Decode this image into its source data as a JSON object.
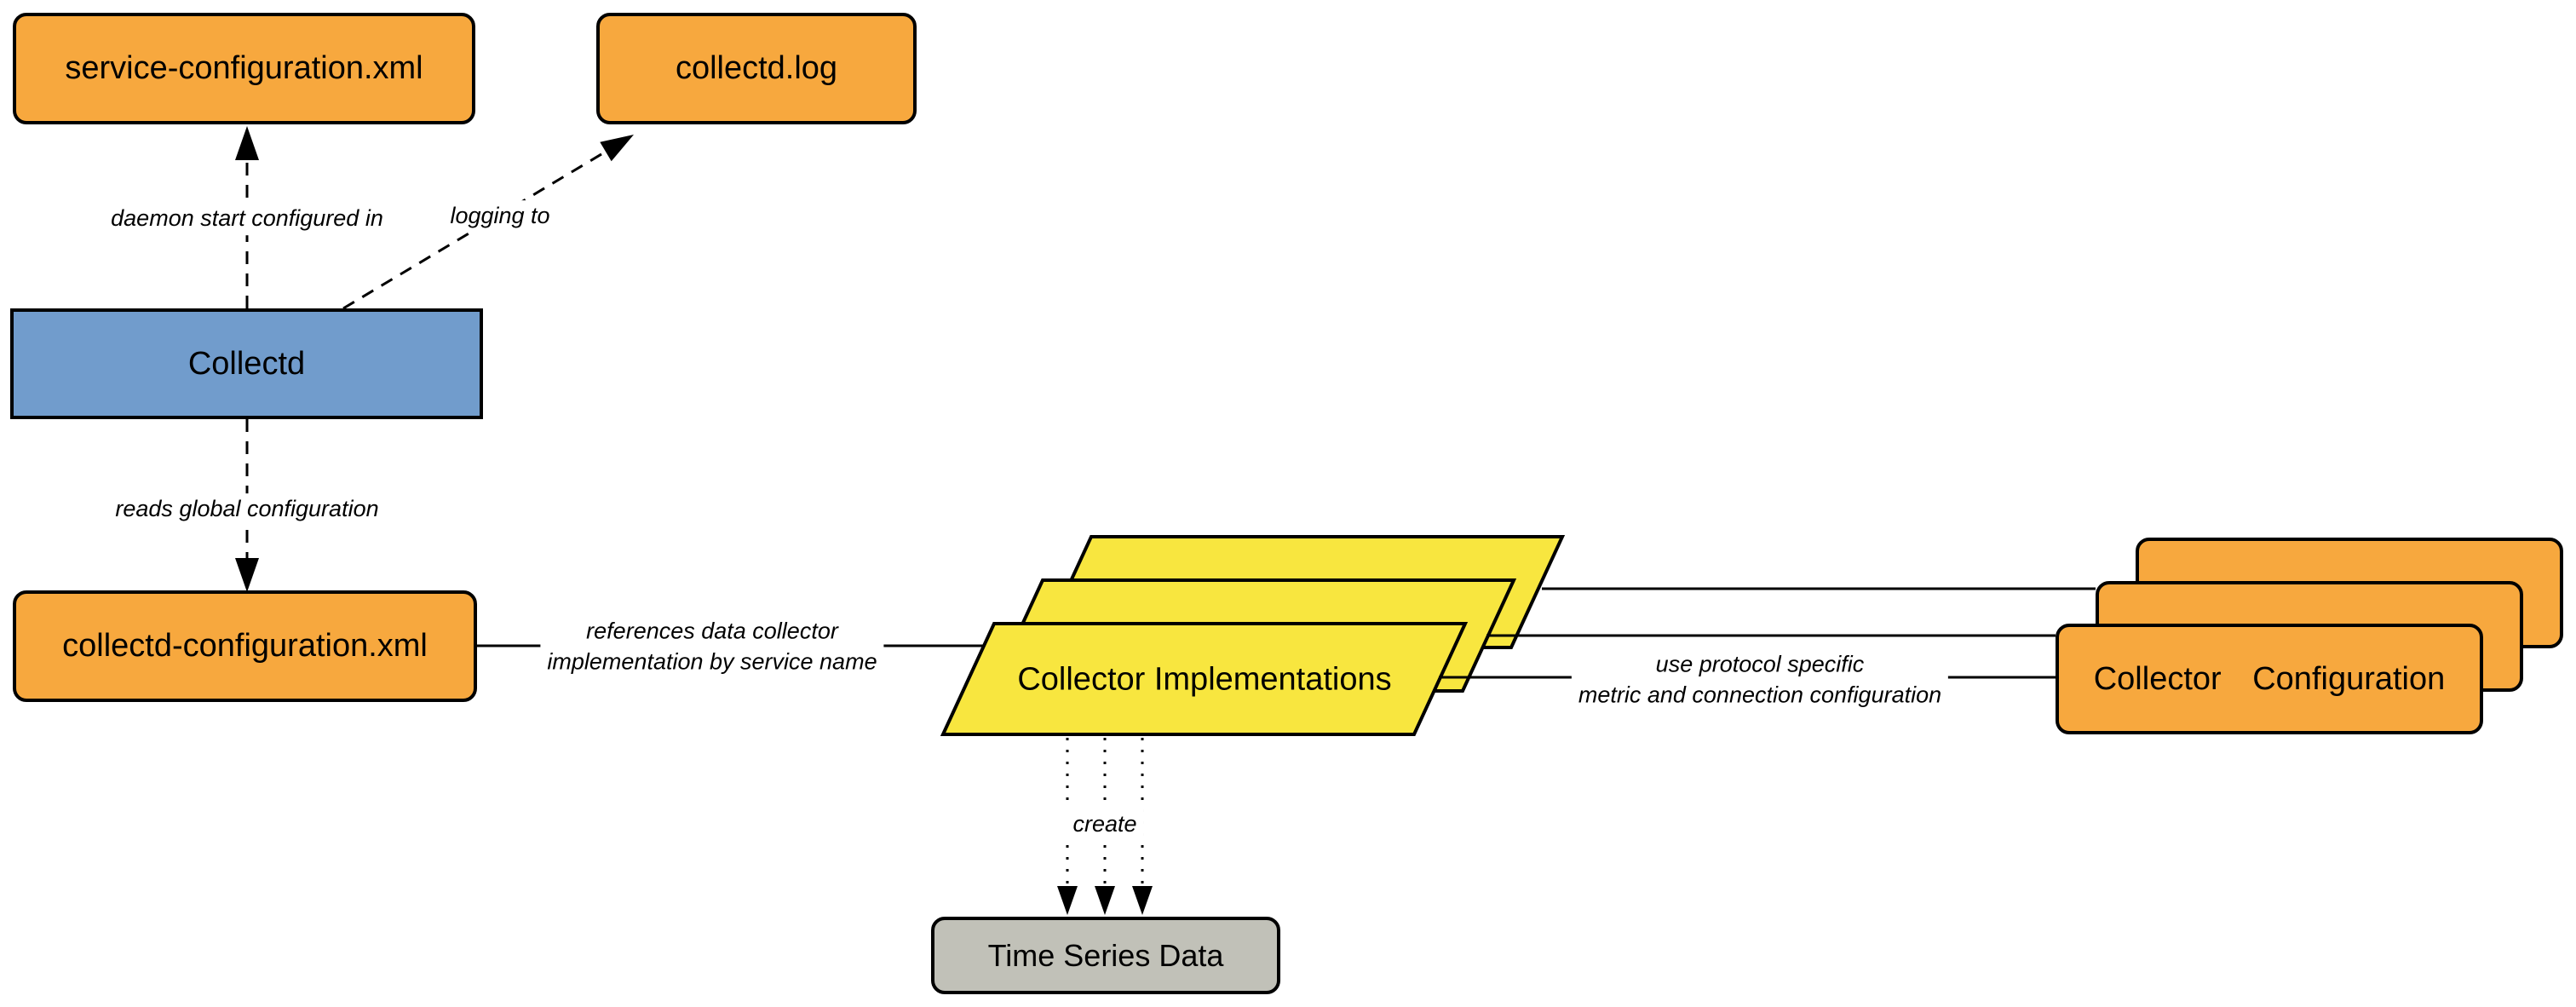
{
  "colors": {
    "node_orange": "#F7A83E",
    "node_yellow": "#F8E63F",
    "node_blue": "#719CCC",
    "node_gray": "#C1C1B8",
    "line": "#000000"
  },
  "nodes": {
    "service_configuration": {
      "label": "service-configuration.xml"
    },
    "collectd_log": {
      "label": "collectd.log"
    },
    "collectd": {
      "label": "Collectd"
    },
    "collectd_configuration": {
      "label": "collectd-configuration.xml"
    },
    "collector_implementations": {
      "label": "Collector Implementations"
    },
    "collector_configuration": {
      "label": "Collector Configuration"
    },
    "time_series_data": {
      "label": "Time Series Data"
    }
  },
  "edges": {
    "daemon_start": {
      "label": "daemon start configured in"
    },
    "logging_to": {
      "label": "logging to"
    },
    "reads_global": {
      "label": "reads global configuration"
    },
    "references": {
      "label_line1": "references data collector",
      "label_line2": "implementation by service name"
    },
    "use_protocol": {
      "label_line1": "use protocol specific",
      "label_line2": "metric and connection configuration"
    },
    "create": {
      "label": "create"
    }
  }
}
